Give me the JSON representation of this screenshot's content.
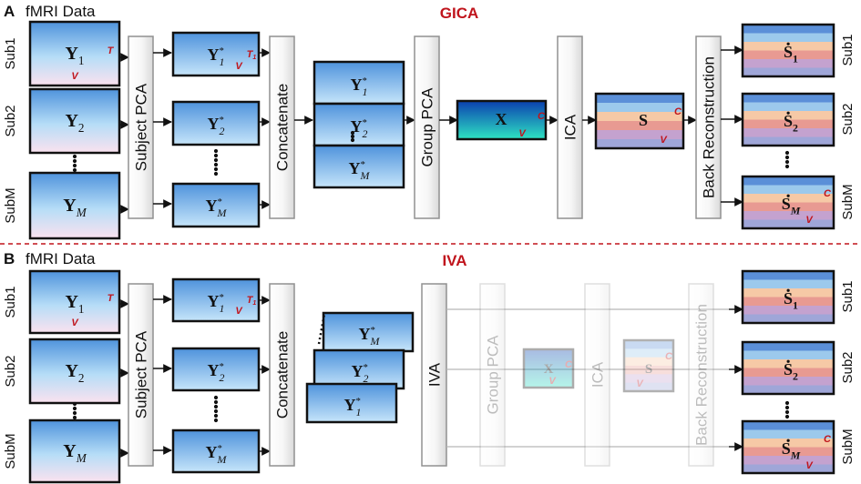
{
  "panels": [
    {
      "letter": "A",
      "data_label": "fMRI Data",
      "title": "GICA",
      "subjects": [
        {
          "side_label": "Sub1",
          "data": "Y",
          "sub": "1",
          "out": "S",
          "out_sub": "1"
        },
        {
          "side_label": "Sub2",
          "data": "Y",
          "sub": "2",
          "out": "S",
          "out_sub": "2"
        },
        {
          "side_label": "SubM",
          "data": "Y",
          "sub": "M",
          "out": "S",
          "out_sub": "M"
        }
      ],
      "reduced": [
        {
          "data": "Y",
          "sub": "1",
          "star": "*"
        },
        {
          "data": "Y",
          "sub": "2",
          "star": "*"
        },
        {
          "data": "Y",
          "sub": "M",
          "star": "*"
        }
      ],
      "stack": [
        {
          "data": "Y",
          "sub": "1",
          "star": "*"
        },
        {
          "data": "Y",
          "sub": "2",
          "star": "*"
        },
        {
          "data": "Y",
          "sub": "M",
          "star": "*"
        }
      ],
      "steps": [
        "Subject PCA",
        "Concatenate",
        "Group PCA",
        "ICA",
        "Back Reconstruction"
      ],
      "x_label": "X",
      "s_label": "S",
      "dim_labels": {
        "T": "T",
        "V": "V",
        "T1": "T",
        "T1_sub": "1",
        "C": "C"
      }
    },
    {
      "letter": "B",
      "data_label": "fMRI Data",
      "title": "IVA",
      "subjects": [
        {
          "side_label": "Sub1",
          "data": "Y",
          "sub": "1",
          "out": "S",
          "out_sub": "1"
        },
        {
          "side_label": "Sub2",
          "data": "Y",
          "sub": "2",
          "out": "S",
          "out_sub": "2"
        },
        {
          "side_label": "SubM",
          "data": "Y",
          "sub": "M",
          "out": "S",
          "out_sub": "M"
        }
      ],
      "reduced": [
        {
          "data": "Y",
          "sub": "1",
          "star": "*"
        },
        {
          "data": "Y",
          "sub": "2",
          "star": "*"
        },
        {
          "data": "Y",
          "sub": "M",
          "star": "*"
        }
      ],
      "stack": [
        {
          "data": "Y",
          "sub": "M",
          "star": "*"
        },
        {
          "data": "Y",
          "sub": "2",
          "star": "*"
        },
        {
          "data": "Y",
          "sub": "1",
          "star": "*"
        }
      ],
      "steps": [
        "Subject PCA",
        "Concatenate",
        "IVA"
      ],
      "faded_steps": [
        "Group PCA",
        "ICA",
        "Back Reconstruction"
      ],
      "x_label": "X",
      "s_label": "S",
      "dim_labels": {
        "T": "T",
        "V": "V",
        "T1": "T",
        "T1_sub": "1",
        "C": "C"
      }
    }
  ],
  "colors": {
    "title_red": "#c0141c",
    "divider": "#c0141c",
    "box_border": "#111111",
    "step_border": "#909090",
    "grad_top": "#4f93dc",
    "grad_mid": "#b6ddf7",
    "grad_bottom": "#fbe2ef",
    "x_top": "#0b3fb0",
    "x_bottom": "#2ee3c2",
    "bands": [
      "#5b8fd8",
      "#9cc9ec",
      "#f6c9a6",
      "#e89a92",
      "#c4a2cf",
      "#9fa6d8"
    ]
  }
}
